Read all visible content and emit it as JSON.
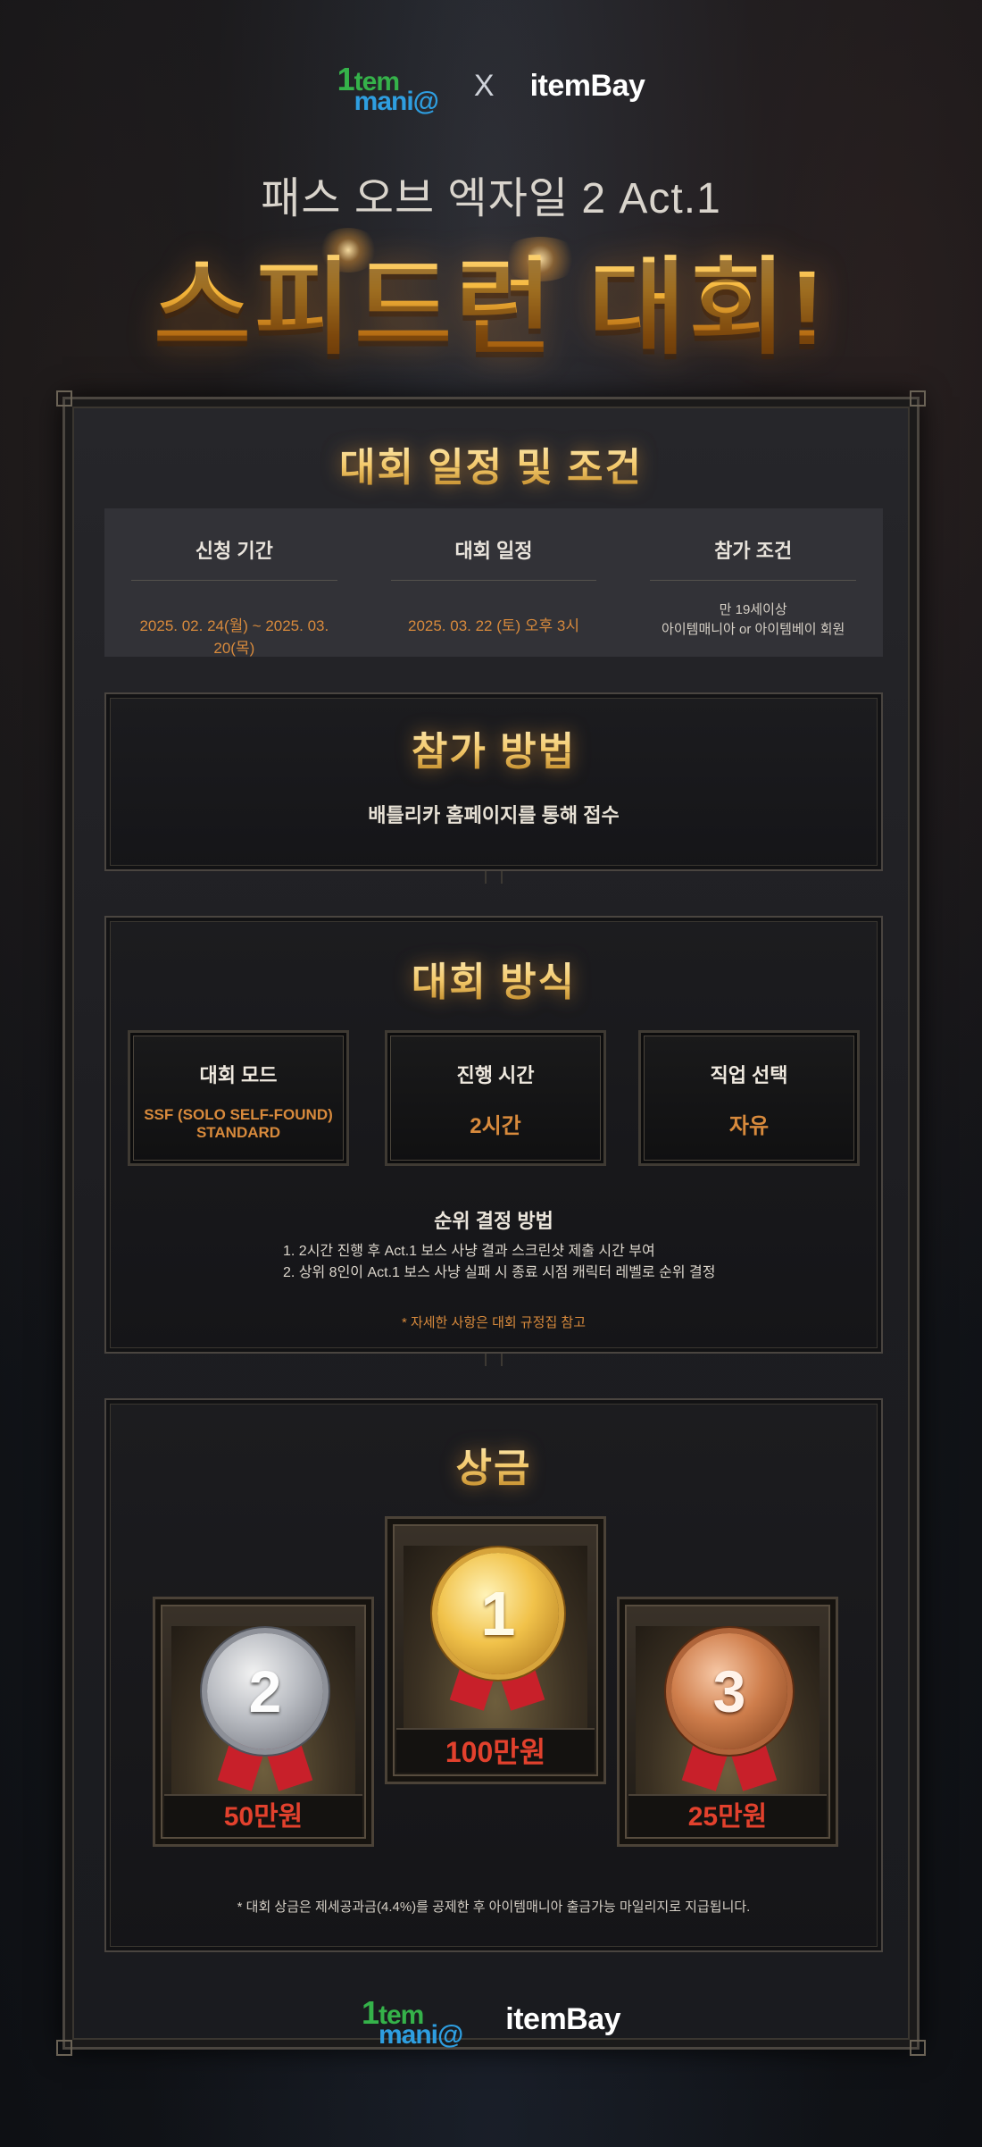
{
  "header": {
    "logo_left": {
      "one": "1",
      "item": "tem",
      "mania": "mani@"
    },
    "separator": "X",
    "logo_right": "itemBay",
    "subtitle": "패스 오브 엑자일 2 Act.1",
    "title": "스피드런 대회!"
  },
  "schedule": {
    "title": "대회 일정 및 조건",
    "columns": [
      {
        "head": "신청 기간",
        "value": "2025. 02. 24(월) ~ 2025. 03. 20(목)"
      },
      {
        "head": "대회 일정",
        "value": "2025. 03. 22 (토) 오후 3시"
      },
      {
        "head": "참가 조건",
        "value_lines": [
          "만 19세이상",
          "아이템매니아 or 아이템베이 회원"
        ]
      }
    ]
  },
  "apply": {
    "title": "참가 방법",
    "text": "배틀리카 홈페이지를 통해 접수"
  },
  "format": {
    "title": "대회 방식",
    "boxes": [
      {
        "head": "대회 모드",
        "value_lines": [
          "SSF (SOLO SELF-FOUND)",
          "STANDARD"
        ]
      },
      {
        "head": "진행 시간",
        "value": "2시간"
      },
      {
        "head": "직업 선택",
        "value": "자유"
      }
    ],
    "rank_title": "순위 결정 방법",
    "rank_items": [
      "1.  2시간 진행 후 Act.1 보스 사냥 결과 스크린샷 제출 시간 부여",
      "2. 상위 8인이 Act.1 보스 사냥 실패 시 종료 시점 캐릭터 레벨로 순위 결정"
    ],
    "note": "* 자세한 사항은 대회 규정집 참고"
  },
  "prize": {
    "title": "상금",
    "first": {
      "rank": "1",
      "amount": "100만원"
    },
    "second": {
      "rank": "2",
      "amount": "50만원"
    },
    "third": {
      "rank": "3",
      "amount": "25만원"
    },
    "note": "* 대회 상금은 제세공과금(4.4%)를 공제한 후 아이템매니아 출금가능 마일리지로 지급됩니다."
  },
  "footer": {
    "logo_left": {
      "one": "1",
      "item": "tem",
      "mania": "mani@"
    },
    "logo_right": "itemBay"
  },
  "colors": {
    "accent_orange": "#d88a3c",
    "gold": "#f3c869",
    "prize_red": "#e2412d",
    "frame": "#4b4640"
  }
}
